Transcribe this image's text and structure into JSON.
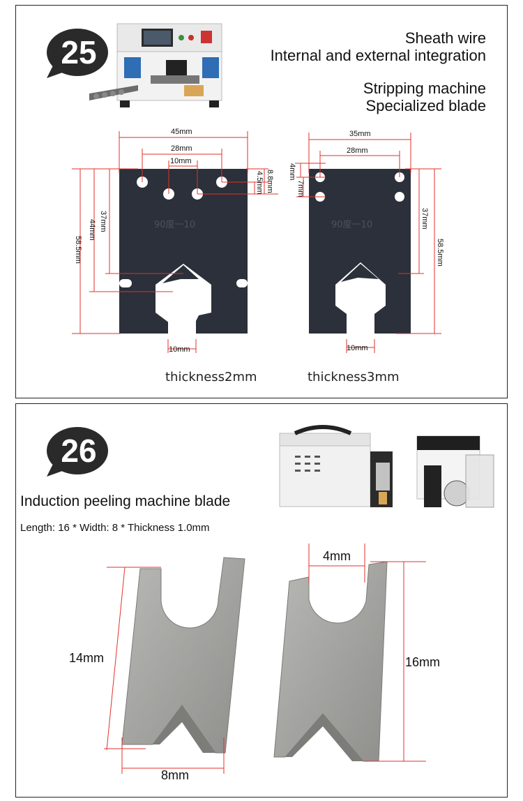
{
  "section25": {
    "badge": "25",
    "headline_lines": [
      "Sheath wire",
      "Internal and external integration"
    ],
    "subline_lines": [
      "Stripping machine",
      "Specialized blade"
    ],
    "left_blade": {
      "dims": {
        "w45": "45mm",
        "w28": "28mm",
        "w10": "10mm",
        "v88": "8.8mm",
        "v45": "4.5mm",
        "h37": "37mm",
        "h44": "44mm",
        "h585": "58.5mm",
        "bottom10": "10mm"
      },
      "engraving": "90度一10",
      "thickness": "thickness2mm"
    },
    "right_blade": {
      "dims": {
        "w35": "35mm",
        "w28": "28mm",
        "v4": "4mm",
        "v7": "7mm",
        "h37": "37mm",
        "h585": "58.5mm",
        "bottom10": "10mm"
      },
      "engraving": "90度一10",
      "thickness": "thickness3mm"
    }
  },
  "section26": {
    "badge": "26",
    "title": "Induction peeling machine blade",
    "spec": "Length: 16 * Width: 8 * Thickness 1.0mm",
    "dims": {
      "h14": "14mm",
      "w8": "8mm",
      "w4": "4mm",
      "h16": "16mm"
    }
  },
  "colors": {
    "badge": "#2a2a2a",
    "blade_dark": "#2b303a",
    "dim_line": "#e0322b",
    "steel": "#a9a9a6"
  }
}
